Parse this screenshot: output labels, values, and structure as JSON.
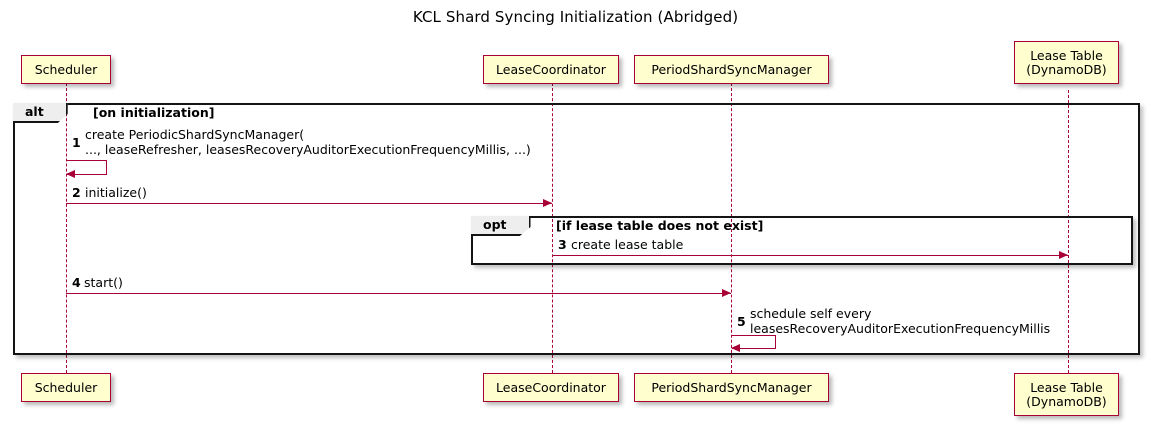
{
  "title": "KCL Shard Syncing Initialization (Abridged)",
  "colors": {
    "participant_fill": "#FEFECE",
    "participant_border": "#A80036",
    "arrow": "#A80036",
    "frame_border": "#141414",
    "frame_label_fill": "#EEEEEE",
    "background": "#FFFFFF"
  },
  "participants": [
    {
      "id": "scheduler",
      "label": "Scheduler"
    },
    {
      "id": "lease-coordinator",
      "label": "LeaseCoordinator"
    },
    {
      "id": "period-shard-sync-manager",
      "label": "PeriodShardSyncManager"
    },
    {
      "id": "lease-table",
      "label": "Lease Table\n(DynamoDB)"
    }
  ],
  "fragments": [
    {
      "id": "alt",
      "keyword": "alt",
      "condition": "[on initialization]"
    },
    {
      "id": "opt",
      "keyword": "opt",
      "condition": "[if lease table does not exist]"
    }
  ],
  "messages": [
    {
      "seq": "1",
      "label": "create PeriodicShardSyncManager(\n   ..., leaseRefresher, leasesRecoveryAuditorExecutionFrequencyMillis, ...)",
      "from": "scheduler",
      "to": "scheduler",
      "self": true
    },
    {
      "seq": "2",
      "label": "initialize()",
      "from": "scheduler",
      "to": "lease-coordinator",
      "self": false
    },
    {
      "seq": "3",
      "label": "create lease table",
      "from": "lease-coordinator",
      "to": "lease-table",
      "self": false
    },
    {
      "seq": "4",
      "label": "start()",
      "from": "scheduler",
      "to": "period-shard-sync-manager",
      "self": false
    },
    {
      "seq": "5",
      "label": "schedule self every\n   leasesRecoveryAuditorExecutionFrequencyMillis",
      "from": "period-shard-sync-manager",
      "to": "period-shard-sync-manager",
      "self": true
    }
  ]
}
